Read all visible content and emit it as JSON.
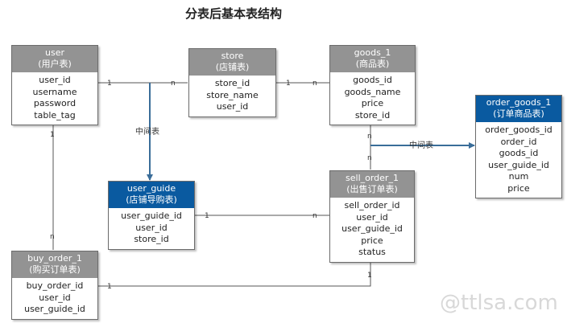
{
  "title": "分表后基本表结构",
  "watermark": "@ttlsa.com",
  "middle_table_label": "中间表",
  "colors": {
    "header_gray": "#939393",
    "header_blue": "#0a5aa0",
    "line": "#555555",
    "arrow": "#3a6d99"
  },
  "entities": {
    "user": {
      "name": "user",
      "cn": "(用户表)",
      "fields": [
        "user_id",
        "username",
        "password",
        "table_tag"
      ]
    },
    "store": {
      "name": "store",
      "cn": "(店铺表)",
      "fields": [
        "store_id",
        "store_name",
        "user_id"
      ]
    },
    "goods_1": {
      "name": "goods_1",
      "cn": "(商品表)",
      "fields": [
        "goods_id",
        "goods_name",
        "price",
        "store_id"
      ]
    },
    "order_goods_1": {
      "name": "order_goods_1",
      "cn": "(订单商品表)",
      "fields": [
        "order_goods_id",
        "order_id",
        "goods_id",
        "user_guide_id",
        "num",
        "price"
      ]
    },
    "user_guide": {
      "name": "user_guide",
      "cn": "(店铺导购表)",
      "fields": [
        "user_guide_id",
        "user_id",
        "store_id"
      ]
    },
    "sell_order_1": {
      "name": "sell_order_1",
      "cn": "(出售订单表)",
      "fields": [
        "sell_order_id",
        "user_id",
        "user_guide_id",
        "price",
        "status"
      ]
    },
    "buy_order_1": {
      "name": "buy_order_1",
      "cn": "(购买订单表)",
      "fields": [
        "buy_order_id",
        "user_id",
        "user_guide_id"
      ]
    }
  },
  "cardinality": {
    "one": "1",
    "many": "n"
  }
}
